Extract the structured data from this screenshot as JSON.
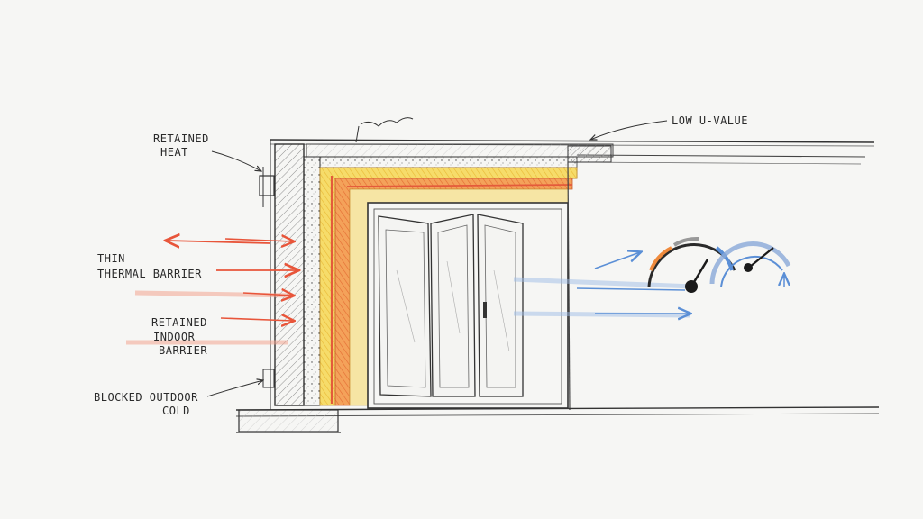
{
  "labels": {
    "low_u_value": "LOW U-VALUE",
    "retained_heat_1": "RETAINED",
    "retained_heat_2": "HEAT",
    "thin_barrier_1": "THIN",
    "thin_barrier_2": "THERMAL BARRIER",
    "indoor_1": "RETAINED",
    "indoor_2": "INDOOR",
    "indoor_3": "BARRIER",
    "blocked_1": "BLOCKED OUTDOOR",
    "blocked_2": "COLD"
  },
  "colors": {
    "ink": "#2f2f2f",
    "warm_arrow": "#e8553a",
    "cold_arrow": "#5b8fd6",
    "insulation_yellow": "#f3d24a",
    "insulation_orange": "#ef8a3c",
    "insulation_red": "#e45a3b"
  },
  "icons": {
    "gauge_left": "gauge-icon",
    "gauge_right": "gauge-icon"
  }
}
